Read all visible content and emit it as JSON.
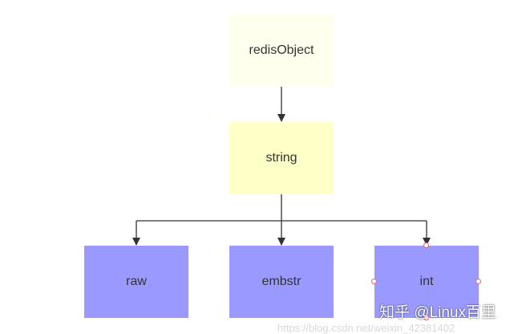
{
  "nodes": {
    "redisobject": {
      "label": "redisObject",
      "fill": "#ffffee"
    },
    "string": {
      "label": "string",
      "fill": "#ffffc8"
    },
    "raw": {
      "label": "raw",
      "fill": "#9999ff"
    },
    "embstr": {
      "label": "embstr",
      "fill": "#9999ff"
    },
    "int": {
      "label": "int",
      "fill": "#9999ff"
    }
  },
  "edges": [
    {
      "from": "redisObject",
      "to": "string"
    },
    {
      "from": "string",
      "to": "raw"
    },
    {
      "from": "string",
      "to": "embstr"
    },
    {
      "from": "string",
      "to": "int"
    }
  ],
  "colors": {
    "connector": "#333333",
    "handle_border": "#e06666",
    "text": "#333333"
  },
  "watermark": {
    "main": "知乎 @Linux百里",
    "url": "https://blog.csdn.net/weixin_42381402"
  }
}
